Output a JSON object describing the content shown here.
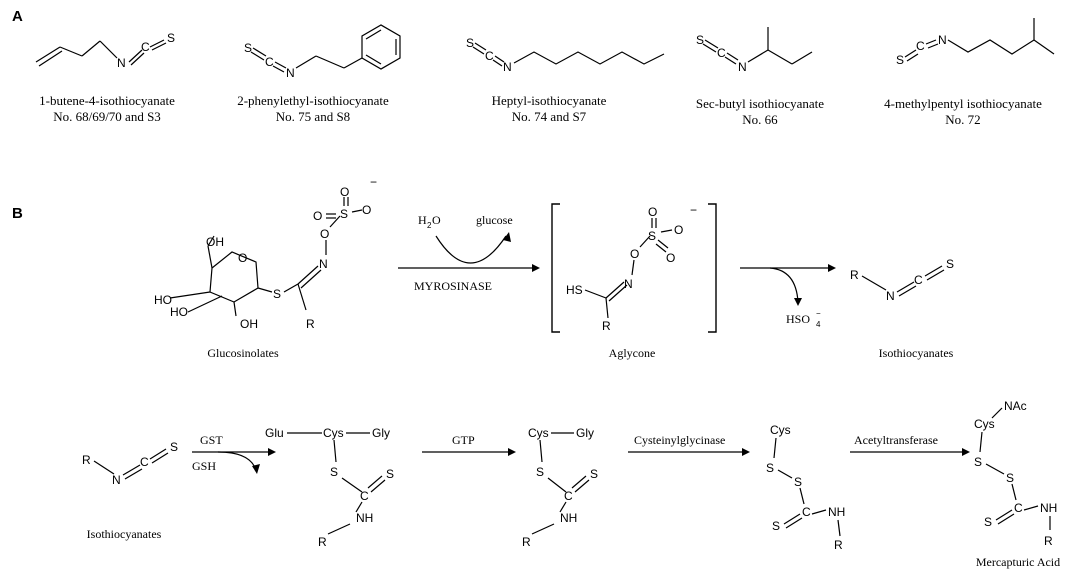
{
  "panels": {
    "a": "A",
    "b": "B"
  },
  "atoms": {
    "S": "S",
    "C": "C",
    "N": "N",
    "O": "O",
    "R": "R",
    "OH": "OH",
    "HO": "HO",
    "HS": "HS",
    "NH": "NH",
    "H": "H",
    "two": "2",
    "four": "4",
    "minus": "−",
    "HSO": "HSO",
    "glucose": "glucose",
    "Glu": "Glu",
    "Cys": "Cys",
    "Gly": "Gly",
    "NAc": "NAc",
    "GST": "GST",
    "GSH": "GSH",
    "GTP": "GTP",
    "MYROSINASE": "MYROSINASE",
    "Cysteinylglycinase": "Cysteinylglycinase",
    "Acetyltransferase": "Acetyltransferase"
  },
  "compounds": [
    {
      "name": "1-butene-4-isothiocyanate",
      "no": "No. 68/69/70 and S3"
    },
    {
      "name": "2-phenylethyl-isothiocyanate",
      "no": "No. 75 and S8"
    },
    {
      "name": "Heptyl-isothiocyanate",
      "no": "No. 74 and S7"
    },
    {
      "name": "Sec-butyl isothiocyanate",
      "no": "No. 66"
    },
    {
      "name": "4-methylpentyl isothiocyanate",
      "no": "No. 72"
    }
  ],
  "labels": {
    "glucosinolates": "Glucosinolates",
    "aglycone": "Aglycone",
    "isothiocyanates1": "Isothiocyanates",
    "isothiocyanates2": "Isothiocyanates",
    "mercapturic": "Mercapturic Acid"
  }
}
